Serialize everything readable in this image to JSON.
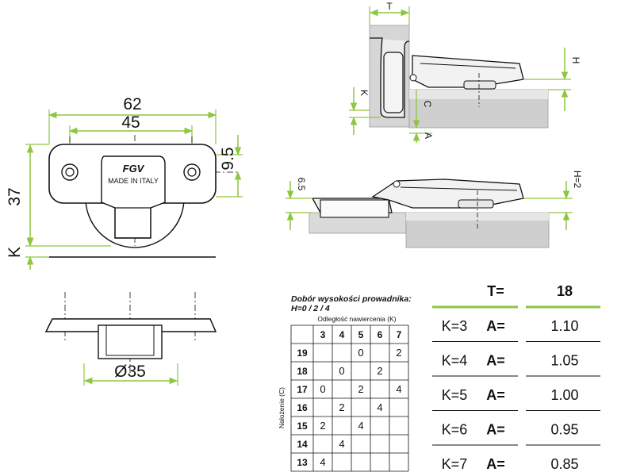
{
  "colors": {
    "green": "#8dc63f",
    "line": "#111111",
    "panel": "#d6d6d6",
    "panel_dark": "#b4b4b4"
  },
  "top_view": {
    "dims": {
      "d62": "62",
      "d45": "45",
      "d9_5": "9.5",
      "d37": "37",
      "dK": "K"
    },
    "stamp": {
      "logo": "FGV",
      "made_in": "MADE IN ITALY"
    }
  },
  "bottom_view": {
    "diameter": "Ø35"
  },
  "side_view_1": {
    "T": "T",
    "H": "H",
    "K": "K",
    "C": "C",
    "A": "A"
  },
  "side_view_2": {
    "h65": "6.5",
    "H2": "H=2"
  },
  "adjust_table": {
    "title": "Dobór wysokości prowadnika:",
    "subtitle": "H=0 / 2 / 4",
    "col_header": "Odległość nawiercenia (K)",
    "row_header": "Nałożenie (C)",
    "columns": [
      "3",
      "4",
      "5",
      "6",
      "7"
    ],
    "rows": [
      {
        "c": "19",
        "cells": [
          "",
          "",
          "0",
          "",
          "2"
        ]
      },
      {
        "c": "18",
        "cells": [
          "",
          "0",
          "",
          "2",
          ""
        ]
      },
      {
        "c": "17",
        "cells": [
          "0",
          "",
          "2",
          "",
          "4"
        ]
      },
      {
        "c": "16",
        "cells": [
          "",
          "2",
          "",
          "4",
          ""
        ]
      },
      {
        "c": "15",
        "cells": [
          "2",
          "",
          "4",
          "",
          ""
        ]
      },
      {
        "c": "14",
        "cells": [
          "",
          "4",
          "",
          "",
          ""
        ]
      },
      {
        "c": "13",
        "cells": [
          "4",
          "",
          "",
          "",
          ""
        ]
      }
    ]
  },
  "ka_table": {
    "header": {
      "left": "T=",
      "right": "18"
    },
    "rows": [
      {
        "k": "K=3",
        "a": "A=",
        "v": "1.10"
      },
      {
        "k": "K=4",
        "a": "A=",
        "v": "1.05"
      },
      {
        "k": "K=5",
        "a": "A=",
        "v": "1.00"
      },
      {
        "k": "K=6",
        "a": "A=",
        "v": "0.95"
      },
      {
        "k": "K=7",
        "a": "A=",
        "v": "0.85"
      }
    ]
  }
}
